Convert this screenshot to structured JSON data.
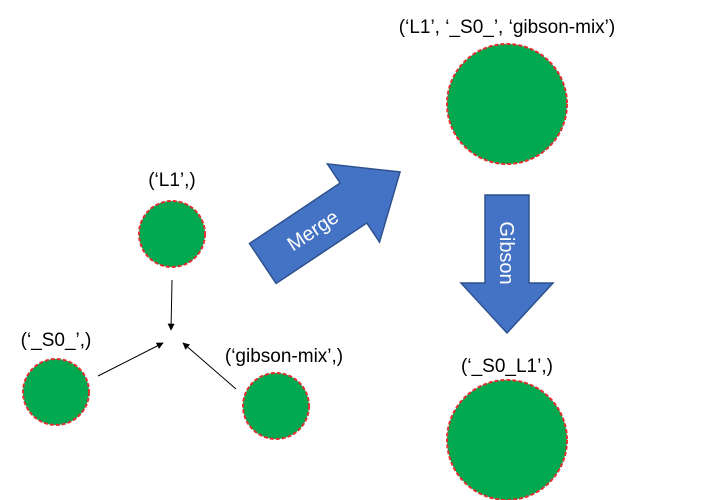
{
  "nodes": {
    "l1": {
      "label": "(‘L1’,)"
    },
    "s0": {
      "label": "(‘_S0_’,)"
    },
    "gibson_mix": {
      "label": "(‘gibson-mix’,)"
    },
    "merged": {
      "label": "(‘L1’, ‘_S0_’, ‘gibson-mix’)"
    },
    "result": {
      "label": "(‘_S0_L1’,)"
    }
  },
  "arrows": {
    "merge": {
      "label": "Merge"
    },
    "gibson": {
      "label": "Gibson"
    }
  },
  "colors": {
    "node_fill": "#00a84f",
    "node_border": "#e03030",
    "block_arrow": "#4472c4",
    "block_arrow_border": "#2f528f",
    "connector": "#000000"
  }
}
